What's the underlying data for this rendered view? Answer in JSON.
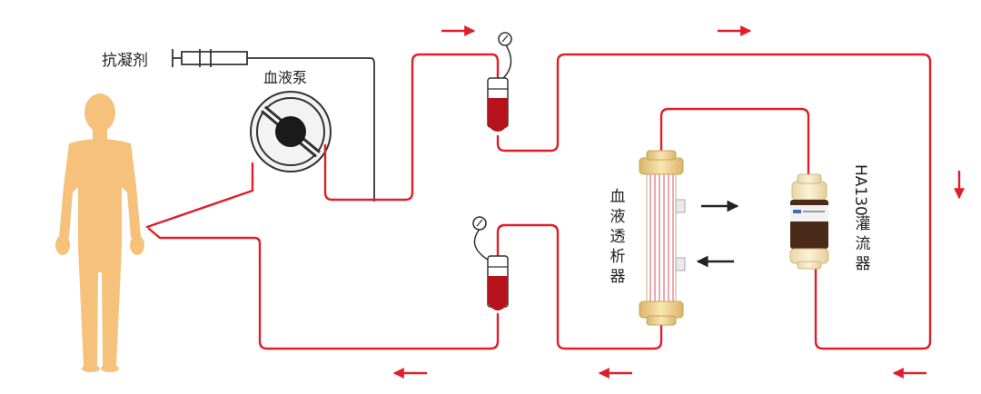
{
  "labels": {
    "anticoagulant": "抗凝剂",
    "blood_pump": "血液泵",
    "dialyzer": [
      "血",
      "液",
      "透",
      "析",
      "器"
    ],
    "perfusion_model": "HA130",
    "perfusion_name": [
      "灌",
      "流",
      "器"
    ]
  },
  "colors": {
    "tube": "#e01e2b",
    "blood": "#b5121b",
    "body": "#f6c27b",
    "dialyzer_cap": "#f1d28a",
    "line": "#333333"
  },
  "flow_arrows": {
    "top": [
      "right",
      "right"
    ],
    "right_side": "down",
    "bottom": [
      "left",
      "left",
      "left"
    ],
    "dialyzer_exchange": [
      "right",
      "left"
    ]
  },
  "icons": [
    "human-body",
    "syringe",
    "blood-pump",
    "pressure-gauge",
    "drip-chamber",
    "dialyzer",
    "perfusion-cartridge"
  ]
}
